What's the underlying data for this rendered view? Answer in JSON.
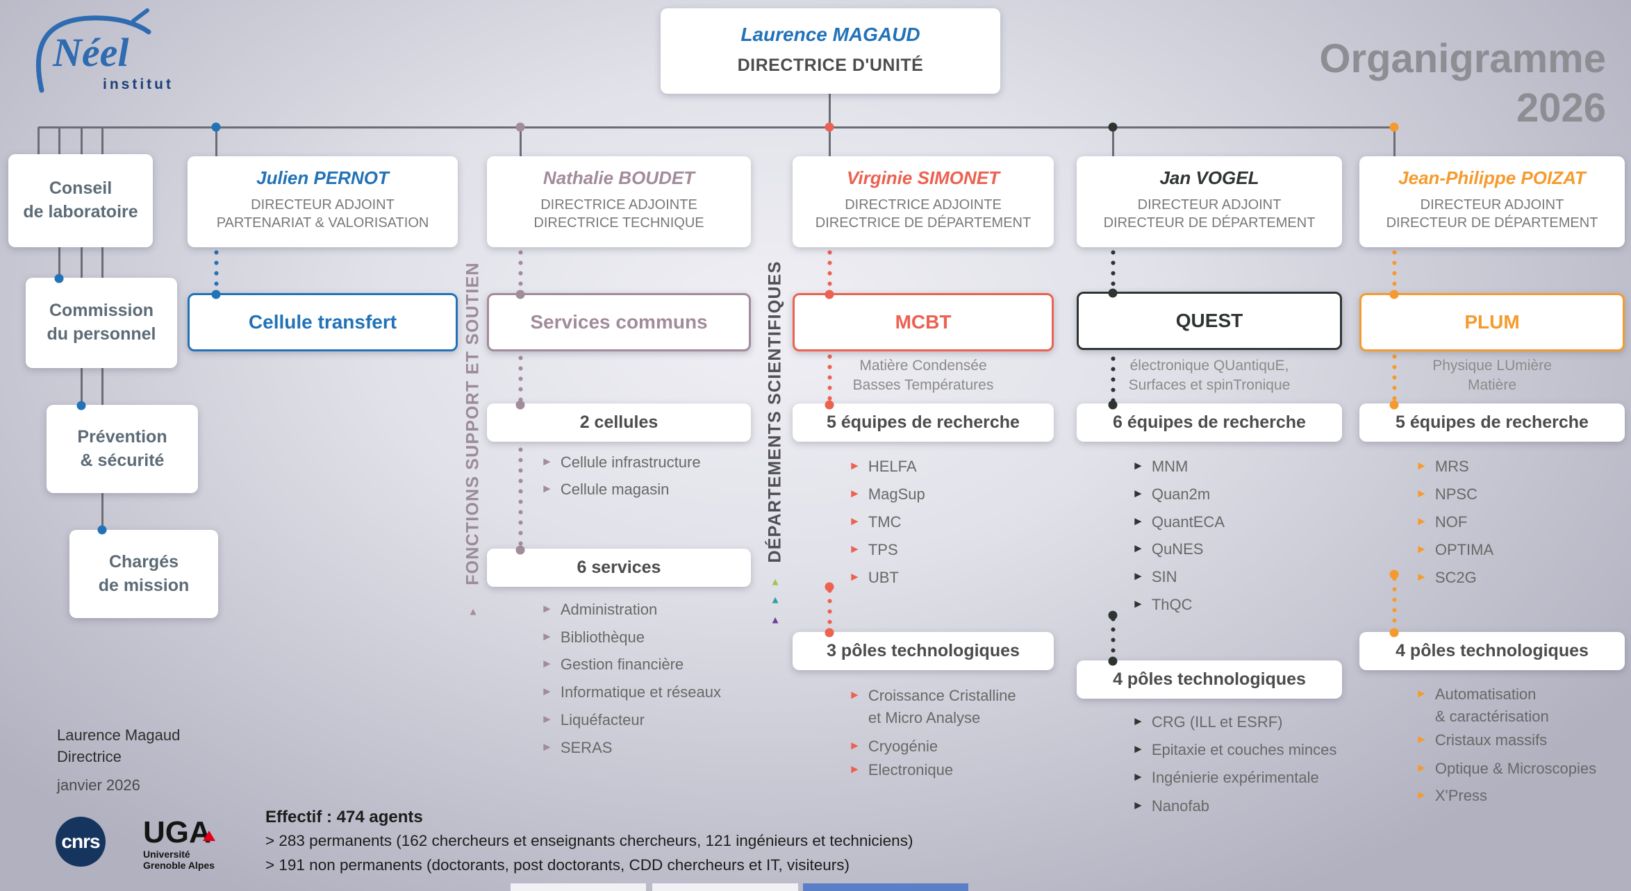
{
  "colors": {
    "blue": "#2272b8",
    "mauve": "#a28b9b",
    "red": "#ec6150",
    "dark": "#2e3531",
    "orange": "#f59b2e",
    "green": "#9fc54d",
    "teal": "#2a9fa5",
    "purple": "#6f3f9e",
    "line": "#6c6c75",
    "titlegray": "#8d8d93",
    "cnrsnavy": "#16355e",
    "ugared": "#e2001a"
  },
  "logo": {
    "name": "Néel",
    "sub": "institut"
  },
  "title": {
    "line1": "Organigramme",
    "line2": "2026"
  },
  "director": {
    "name": "Laurence MAGAUD",
    "role": "DIRECTRICE D'UNITÉ"
  },
  "governance": [
    "Conseil\nde laboratoire",
    "Commission\ndu personnel",
    "Prévention\n& sécurité",
    "Chargés\nde mission"
  ],
  "side_labels": {
    "support": "FONCTIONS SUPPORT ET SOUTIEN",
    "scientific": "DÉPARTEMENTS SCIENTIFIQUES"
  },
  "columns": [
    {
      "name": "Julien PERNOT",
      "role": "DIRECTEUR ADJOINT\nPARTENARIAT & VALORISATION",
      "unit": "Cellule transfert"
    },
    {
      "name": "Nathalie BOUDET",
      "role": "DIRECTRICE ADJOINTE\nDIRECTRICE TECHNIQUE",
      "unit": "Services communs",
      "groups": [
        {
          "header": "2 cellules",
          "items": [
            "Cellule infrastructure",
            "Cellule magasin"
          ]
        },
        {
          "header": "6 services",
          "items": [
            "Administration",
            "Bibliothèque",
            "Gestion financière",
            "Informatique et réseaux",
            "Liquéfacteur",
            "SERAS"
          ]
        }
      ]
    },
    {
      "name": "Virginie SIMONET",
      "role": "DIRECTRICE ADJOINTE\nDIRECTRICE DE DÉPARTEMENT",
      "unit": "MCBT",
      "subtitle": "Matière Condensée\nBasses Températures",
      "teams_header": "5 équipes de recherche",
      "teams": [
        "HELFA",
        "MagSup",
        "TMC",
        "TPS",
        "UBT"
      ],
      "poles_header": "3 pôles technologiques",
      "poles": [
        "Croissance Cristalline\net Micro Analyse",
        "Cryogénie",
        "Electronique"
      ]
    },
    {
      "name": "Jan VOGEL",
      "role": "DIRECTEUR ADJOINT\nDIRECTEUR DE DÉPARTEMENT",
      "unit": "QUEST",
      "subtitle": "électronique QUantiquE,\nSurfaces et spinTronique",
      "teams_header": "6 équipes de recherche",
      "teams": [
        "MNM",
        "Quan2m",
        "QuantECA",
        "QuNES",
        "SIN",
        "ThQC"
      ],
      "poles_header": "4 pôles technologiques",
      "poles": [
        "CRG (ILL et ESRF)",
        "Epitaxie et couches minces",
        "Ingénierie expérimentale",
        "Nanofab"
      ]
    },
    {
      "name": "Jean-Philippe POIZAT",
      "role": "DIRECTEUR ADJOINT\nDIRECTEUR DE DÉPARTEMENT",
      "unit": "PLUM",
      "subtitle": "Physique LUmière\nMatière",
      "teams_header": "5 équipes de recherche",
      "teams": [
        "MRS",
        "NPSC",
        "NOF",
        "OPTIMA",
        "SC2G"
      ],
      "poles_header": "4 pôles technologiques",
      "poles": [
        "Automatisation\n& caractérisation",
        "Cristaux massifs",
        "Optique & Microscopies",
        "X'Press"
      ]
    }
  ],
  "footer": {
    "signature": "Laurence Magaud\nDirectrice",
    "date": "janvier 2026",
    "effectif_title": "Effectif : 474 agents",
    "effectif_lines": [
      "> 283 permanents (162 chercheurs et enseignants chercheurs, 121 ingénieurs et techniciens)",
      "> 191 non permanents (doctorants, post doctorants, CDD chercheurs et IT, visiteurs)"
    ],
    "cnrs": "cnrs",
    "uga": {
      "acronym": "UGA",
      "label": "Université\nGrenoble Alpes"
    }
  }
}
